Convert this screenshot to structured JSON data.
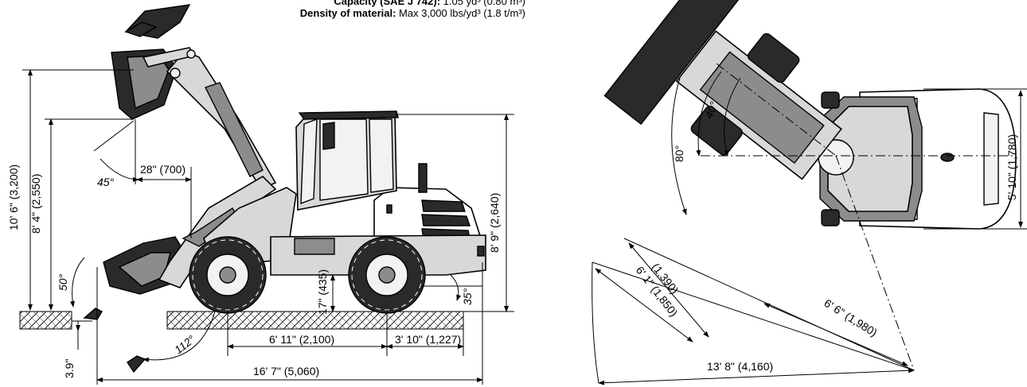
{
  "header": {
    "capacity_label": "Capacity (SAE J 742):",
    "capacity_value": "1.05 yd³ (0.80 m³)",
    "density_label": "Density of material:",
    "density_value": "Max 3,000 lbs/yd³ (1.8 t/m³)"
  },
  "side_view": {
    "dims": {
      "max_pin_height": "10' 6\" (3,200)",
      "dump_height": "8' 4\" (2,550)",
      "reach": "28\" (700)",
      "overall_height": "8' 9\" (2,640)",
      "ground_clearance": "17\" (435)",
      "wheelbase": "6' 11\" (2,100)",
      "rear_overhang": "3' 10\" (1,227)",
      "overall_length": "16' 7\" (5,060)",
      "dig_depth": "3.9\""
    },
    "angles": {
      "dump_angle": "45°",
      "rollback_angle": "50°",
      "carry_angle": "112°",
      "departure_angle": "35°"
    }
  },
  "top_view": {
    "dims": {
      "vehicle_width": "5' 10\" (1,780)",
      "turn_radius_outer": "6' 6\" (1,980)",
      "turn_radius_inner": "6' 1\" (1,850)",
      "inner_width": "(1,390)",
      "turning_circle": "13' 8\" (4,160)"
    },
    "angles": {
      "articulation_angle": "40°",
      "total_angle": "80°"
    }
  },
  "colors": {
    "line": "#000000",
    "body": "#d8d8d8",
    "bucket": "#2a2a2a",
    "tire": "#2a2a2a",
    "ground": "#cccccc"
  }
}
